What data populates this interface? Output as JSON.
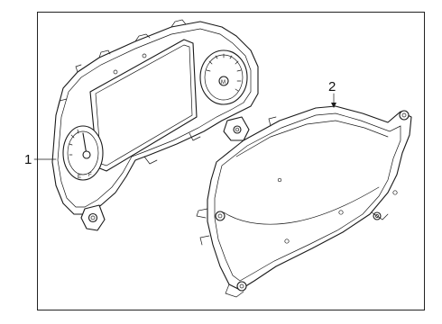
{
  "callouts": {
    "one": "1",
    "two": "2"
  },
  "parts": [
    {
      "number": "1",
      "part": "instrument-cluster"
    },
    {
      "number": "2",
      "part": "cluster-rear-housing"
    }
  ],
  "gauge_marks": {
    "right_gauge_center": "M",
    "left_gauge_bottom": "E",
    "left_gauge_bottom_right": "F"
  }
}
